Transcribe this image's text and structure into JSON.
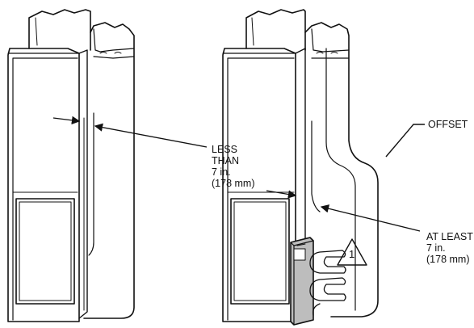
{
  "left_figure": {
    "label_lines": [
      "LESS",
      "THAN",
      "7 in.",
      "(178 mm)"
    ]
  },
  "right_figure": {
    "offset_label": "OFFSET",
    "label_lines": [
      "AT LEAST",
      "7 in.",
      "(178 mm)"
    ],
    "note_number": "1"
  }
}
